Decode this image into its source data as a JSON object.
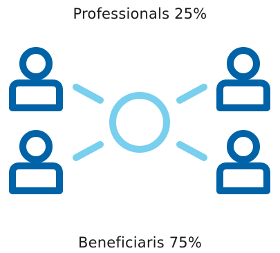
{
  "labels": {
    "top": "Professionals 25%",
    "bottom": "Beneficiaris 75%"
  },
  "colors": {
    "person": "#0063a8",
    "hub": "#78cfee",
    "text": "#1a1a1a"
  },
  "icons": {
    "person": "person-icon",
    "hub": "hub-circle-icon",
    "connector": "connector-line"
  }
}
